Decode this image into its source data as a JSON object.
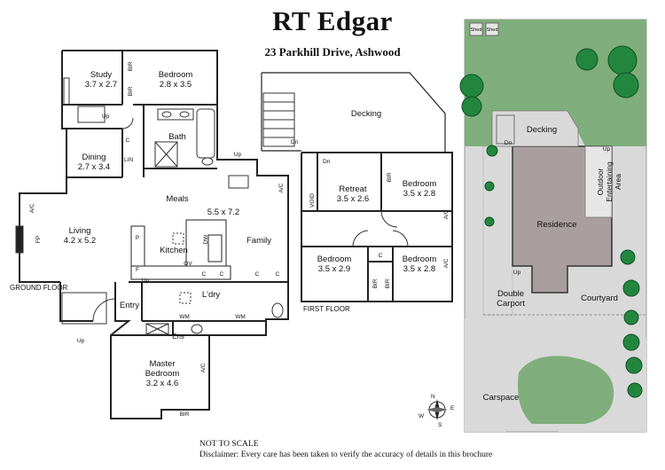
{
  "header": {
    "agency": "RT Edgar",
    "address": "23 Parkhill Drive, Ashwood"
  },
  "ground_floor": {
    "caption": "GROUND FLOOR",
    "study": "Study",
    "study_dims": "3.7 x 2.7",
    "bedroom1": "Bedroom",
    "bedroom1_dims": "2.8 x 3.5",
    "bath": "Bath",
    "dining": "Dining",
    "dining_dims": "2.7 x 3.4",
    "meals": "Meals",
    "meals_dims": "5.5 x 7.2",
    "living": "Living",
    "living_dims": "4.2 x 5.2",
    "kitchen": "Kitchen",
    "family": "Family",
    "entry": "Entry",
    "laundry": "L'dry",
    "ensuite": "Ens",
    "master": "Master",
    "master2": "Bedroom",
    "master_dims": "3.2 x 4.6",
    "codes": {
      "bir": "BIR",
      "c": "C",
      "lin": "LIN",
      "ac": "A/C",
      "fp": "FP",
      "dw": "DW",
      "ov": "OV",
      "p": "P",
      "f": "F",
      "wm": "WM",
      "up": "Up",
      "dn": "Dn"
    }
  },
  "first_floor": {
    "caption": "FIRST FLOOR",
    "decking": "Decking",
    "retreat": "Retreat",
    "retreat_dims": "3.5 x 2.6",
    "bed_ne": "Bedroom",
    "bed_ne_dims": "3.5 x 2.8",
    "bed_sw": "Bedroom",
    "bed_sw_dims": "3.5 x 2.9",
    "bed_se": "Bedroom",
    "bed_se_dims": "3.5 x 2.8",
    "void": "VOID"
  },
  "site": {
    "decking": "Decking",
    "residence": "Residence",
    "outdoor": "Outdoor",
    "entertaining": "Entertaining",
    "area": "Area",
    "double": "Double",
    "carport": "Carport",
    "courtyard": "Courtyard",
    "carspace": "Carspace",
    "shed": "Shed",
    "up": "Up",
    "dn": "Dn"
  },
  "compass": {
    "n": "N",
    "e": "E",
    "s": "S",
    "w": "W"
  },
  "footer": {
    "scale": "NOT TO SCALE",
    "disclaimer": "Disclaimer: Every care has been taken to verify the accuracy of details in this brochure"
  },
  "colors": {
    "lawn": "#7fae7c",
    "paving": "#d9d9d9",
    "residence": "#a89e9f",
    "tree": "#23863f",
    "wall": "#222222"
  }
}
